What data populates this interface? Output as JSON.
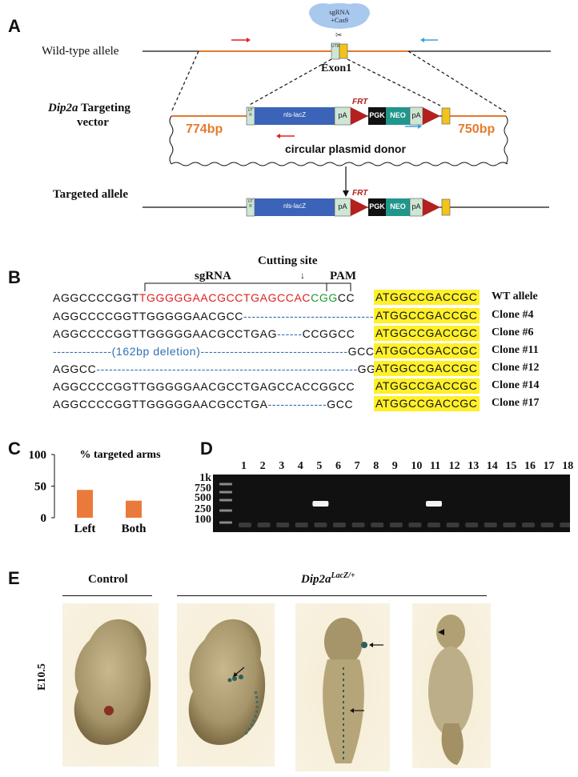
{
  "panels": {
    "a": "A",
    "b": "B",
    "c": "C",
    "d": "D",
    "e": "E"
  },
  "panel_a": {
    "cas9": "sgRNA\n+Cas9",
    "wild_type_label": "Wild-type allele",
    "exon_label": "Exon1",
    "vector_gene": "Dip2a",
    "vector_suffix": " Targeting",
    "vector_line2": "vector",
    "left_arm": "774bp",
    "right_arm": "750bp",
    "donor_label": "circular plasmid donor",
    "targeted_label": "Targeted allele",
    "utr": "UTR",
    "nls": "nls-lacZ",
    "pa": "pA",
    "frt": "FRT",
    "pgk": "PGK",
    "neo": "NEO",
    "colors": {
      "orange": "#e67a2e",
      "blue": "#3b63b8",
      "red": "#b3201f",
      "green": "#21978b",
      "yellow": "#f3c21b",
      "utr": "#cfe6d4",
      "pa": "#cfe6d4"
    }
  },
  "panel_b": {
    "sgrna_label": "sgRNA",
    "cutting_label": "Cutting site",
    "pam_label": "PAM",
    "rows": [
      {
        "segments": [
          {
            "t": "AGGCCCCGGT",
            "c": "black"
          },
          {
            "t": "TGGGGGAACGCCTGAGCCAC",
            "c": "red"
          },
          {
            "t": "CGG",
            "c": "green"
          },
          {
            "t": "CC",
            "c": "black"
          }
        ],
        "hl": "ATGGCCGACCGC",
        "clone": "WT allele"
      },
      {
        "segments": [
          {
            "t": "AGGCCCCGGTTGGGGGAACGCC",
            "c": "black"
          },
          {
            "t": "------------------------------------------",
            "c": "blue"
          }
        ],
        "hl": "ATGGCCGACCGC",
        "clone": "Clone #4"
      },
      {
        "segments": [
          {
            "t": "AGGCCCCGGTTGGGGGAACGCCTGAG",
            "c": "black"
          },
          {
            "t": "------",
            "c": "blue"
          },
          {
            "t": "CCGGCC",
            "c": "black"
          }
        ],
        "hl": "ATGGCCGACCGC",
        "clone": "Clone #6"
      },
      {
        "segments": [
          {
            "t": "--------------(162bp deletion)-----------------------------------",
            "c": "blue"
          },
          {
            "t": "GCC",
            "c": "black"
          }
        ],
        "hl": "ATGGCCGACCGC",
        "clone": "Clone #11"
      },
      {
        "segments": [
          {
            "t": "AGGCC",
            "c": "black"
          },
          {
            "t": "--------------------------------------------------------------",
            "c": "blue"
          },
          {
            "t": "GGCC",
            "c": "black"
          }
        ],
        "hl": "ATGGCCGACCGC",
        "clone": "Clone #12"
      },
      {
        "segments": [
          {
            "t": "AGGCCCCGGTTGGGGGAACGCCTGAGCCACCGGCC",
            "c": "black"
          }
        ],
        "hl": "ATGGCCGACCGC",
        "clone": "Clone #14"
      },
      {
        "segments": [
          {
            "t": "AGGCCCCGGTTGGGGGAACGCCTGA",
            "c": "black"
          },
          {
            "t": "--------------",
            "c": "blue"
          },
          {
            "t": "GCC",
            "c": "black"
          }
        ],
        "hl": "ATGGCCGACCGC",
        "clone": "Clone #17"
      }
    ]
  },
  "chart_data": {
    "type": "bar",
    "title": "% targeted arms",
    "categories": [
      "Left",
      "Both"
    ],
    "values": [
      44,
      27
    ],
    "ylim": [
      0,
      100
    ],
    "yticks": [
      "0",
      "50",
      "100"
    ],
    "bar_color": "#ea7a3b"
  },
  "panel_d": {
    "lanes": [
      "1",
      "2",
      "3",
      "4",
      "5",
      "6",
      "7",
      "8",
      "9",
      "10",
      "11",
      "12",
      "13",
      "14",
      "15",
      "16",
      "17",
      "18"
    ],
    "ladder": [
      "1k",
      "750",
      "500",
      "250",
      "100"
    ],
    "bright_lanes": [
      5,
      11
    ]
  },
  "panel_e": {
    "control": "Control",
    "genotype": "Dip2a",
    "genotype_sup": "LacZ/+",
    "stage": "E10.5"
  }
}
